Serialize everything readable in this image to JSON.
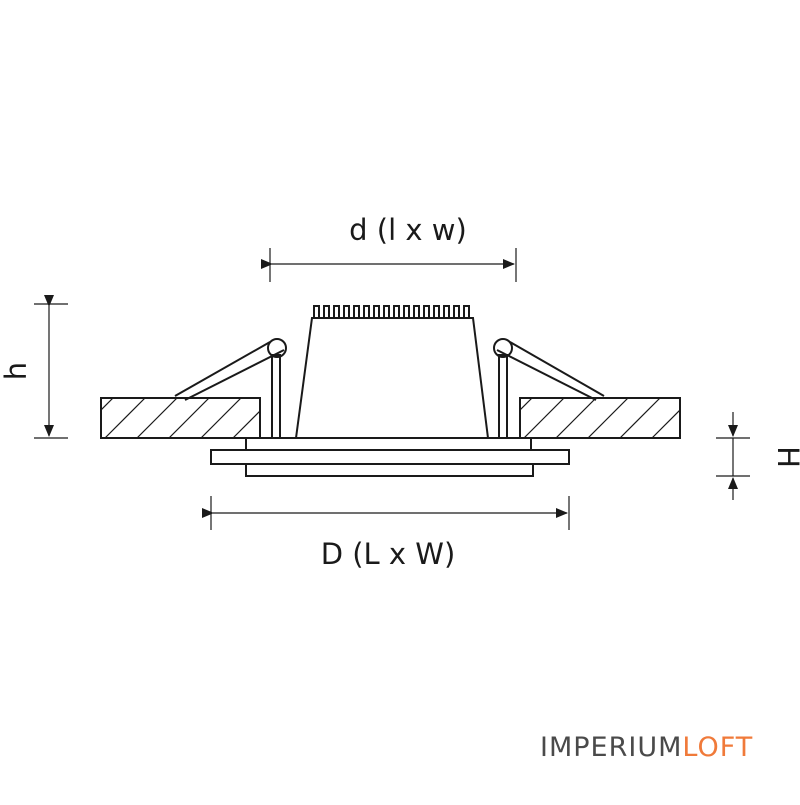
{
  "labels": {
    "inner_dim": "d (l x w)",
    "outer_dim": "D (L x W)",
    "height_left": "h",
    "height_right": "H"
  },
  "brand": {
    "part1": "IMPERIUM",
    "part2": "LOFT",
    "color_main": "#4a4a4a",
    "color_accent": "#f07a3a"
  }
}
